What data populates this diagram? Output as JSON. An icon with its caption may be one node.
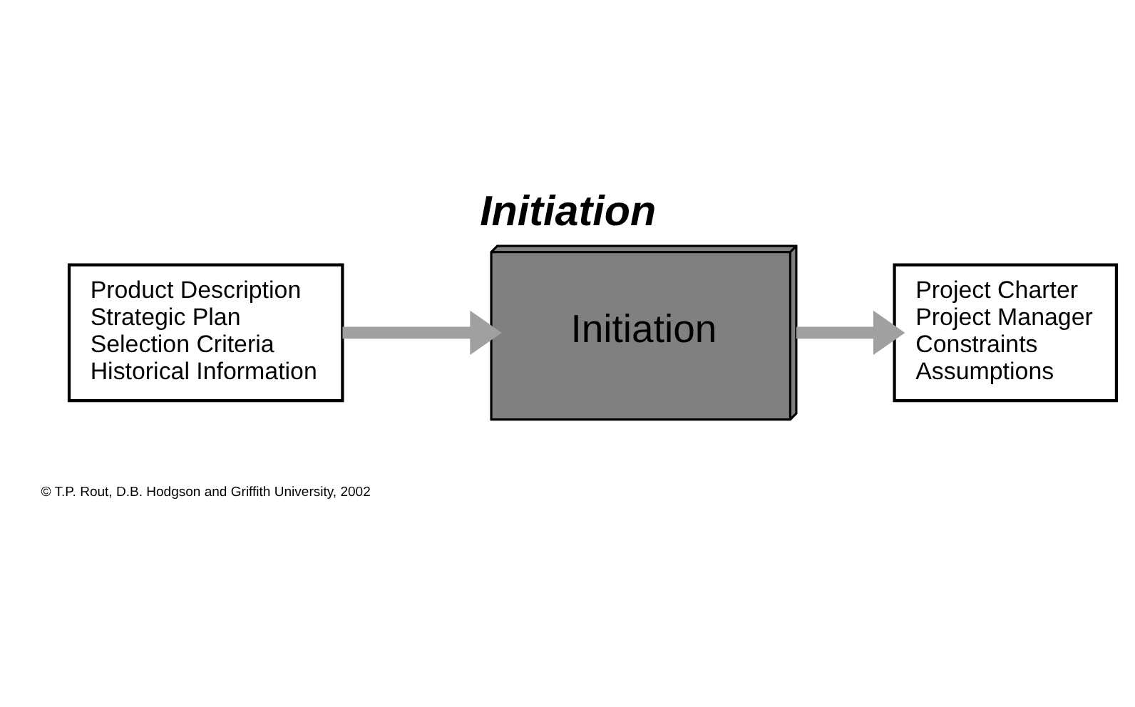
{
  "diagram": {
    "title": "Initiation",
    "caption": "© T.P. Rout, D.B. Hodgson and Griffith University, 2002",
    "nodes": [
      {
        "text": [
          "Product Description",
          "Strategic Plan",
          "Selection Criteria",
          "Historical Information"
        ]
      },
      {
        "text": [
          "Initiation"
        ]
      },
      {
        "text": [
          "Project Charter",
          "Project Manager",
          "Constraints",
          "Assumptions"
        ]
      }
    ],
    "edges": [
      {
        "from": 0,
        "to": 1,
        "arrow": "to"
      },
      {
        "from": 1,
        "to": 2,
        "arrow": "to"
      }
    ]
  }
}
